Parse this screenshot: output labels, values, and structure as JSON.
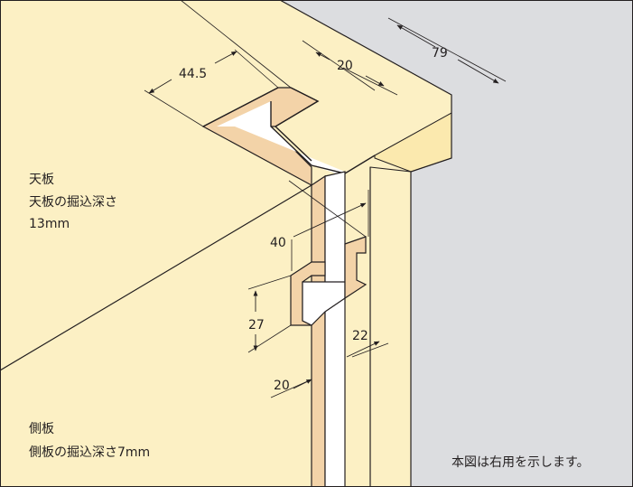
{
  "labels": {
    "top_board": "天板",
    "top_board_depth": "天板の掘込深さ",
    "top_board_depth_value": "13mm",
    "side_board": "側板",
    "side_board_depth": "側板の掘込深さ7mm",
    "note": "本図は右用を示します。"
  },
  "dimensions": {
    "d79": "79",
    "d20_top": "20",
    "d44_5": "44.5",
    "d40": "40",
    "d27": "27",
    "d22": "22",
    "d20_bottom": "20"
  },
  "colors": {
    "board": "#fcf0c4",
    "board_edge": "#fbe9ae",
    "cut": "#f3d3a8",
    "gray_bg": "#dcdde0",
    "line": "#231f20"
  }
}
